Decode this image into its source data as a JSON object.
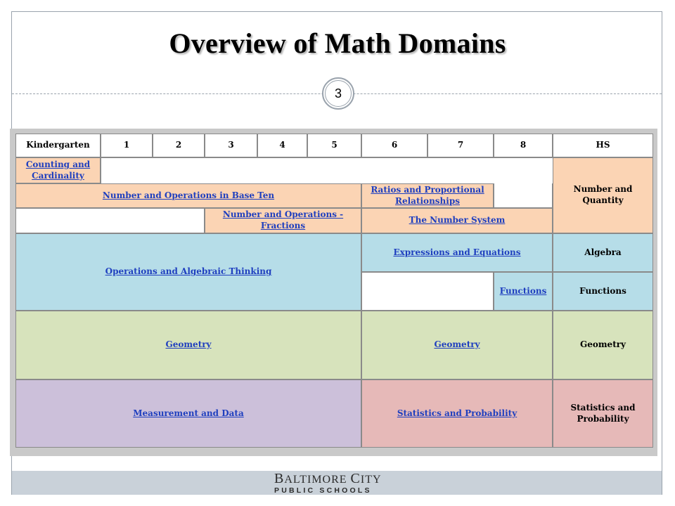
{
  "slide": {
    "title": "Overview of Math Domains",
    "number": "3"
  },
  "table": {
    "headers": [
      "Kindergarten",
      "1",
      "2",
      "3",
      "4",
      "5",
      "6",
      "7",
      "8",
      "HS"
    ],
    "cells": {
      "counting_cardinality": "Counting and Cardinality",
      "nbt": "Number and Operations in Base Ten",
      "ratios": "Ratios and Proportional Relationships",
      "fractions": "Number and Operations - Fractions",
      "number_system": "The Number System",
      "number_quantity": "Number and Quantity",
      "oa": "Operations and Algebraic Thinking",
      "expressions": "Expressions and Equations",
      "algebra": "Algebra",
      "functions_link": "Functions",
      "functions_hs": "Functions",
      "geometry_k5": "Geometry",
      "geometry_68": "Geometry",
      "geometry_hs": "Geometry",
      "measurement": "Measurement and Data",
      "stats_68": "Statistics and Probability",
      "stats_hs": "Statistics and Probability"
    },
    "colors": {
      "number": "#fbd4b4",
      "algebra": "#b6dde8",
      "geometry": "#d7e3bc",
      "measurement": "#ccc0da",
      "statistics": "#e6b9b8",
      "link": "#1f3fbf"
    }
  },
  "footer": {
    "logo_line1_cap1": "B",
    "logo_line1_rest1": "ALTIMORE ",
    "logo_line1_cap2": "C",
    "logo_line1_rest2": "ITY",
    "logo_line2": "PUBLIC SCHOOLS"
  }
}
